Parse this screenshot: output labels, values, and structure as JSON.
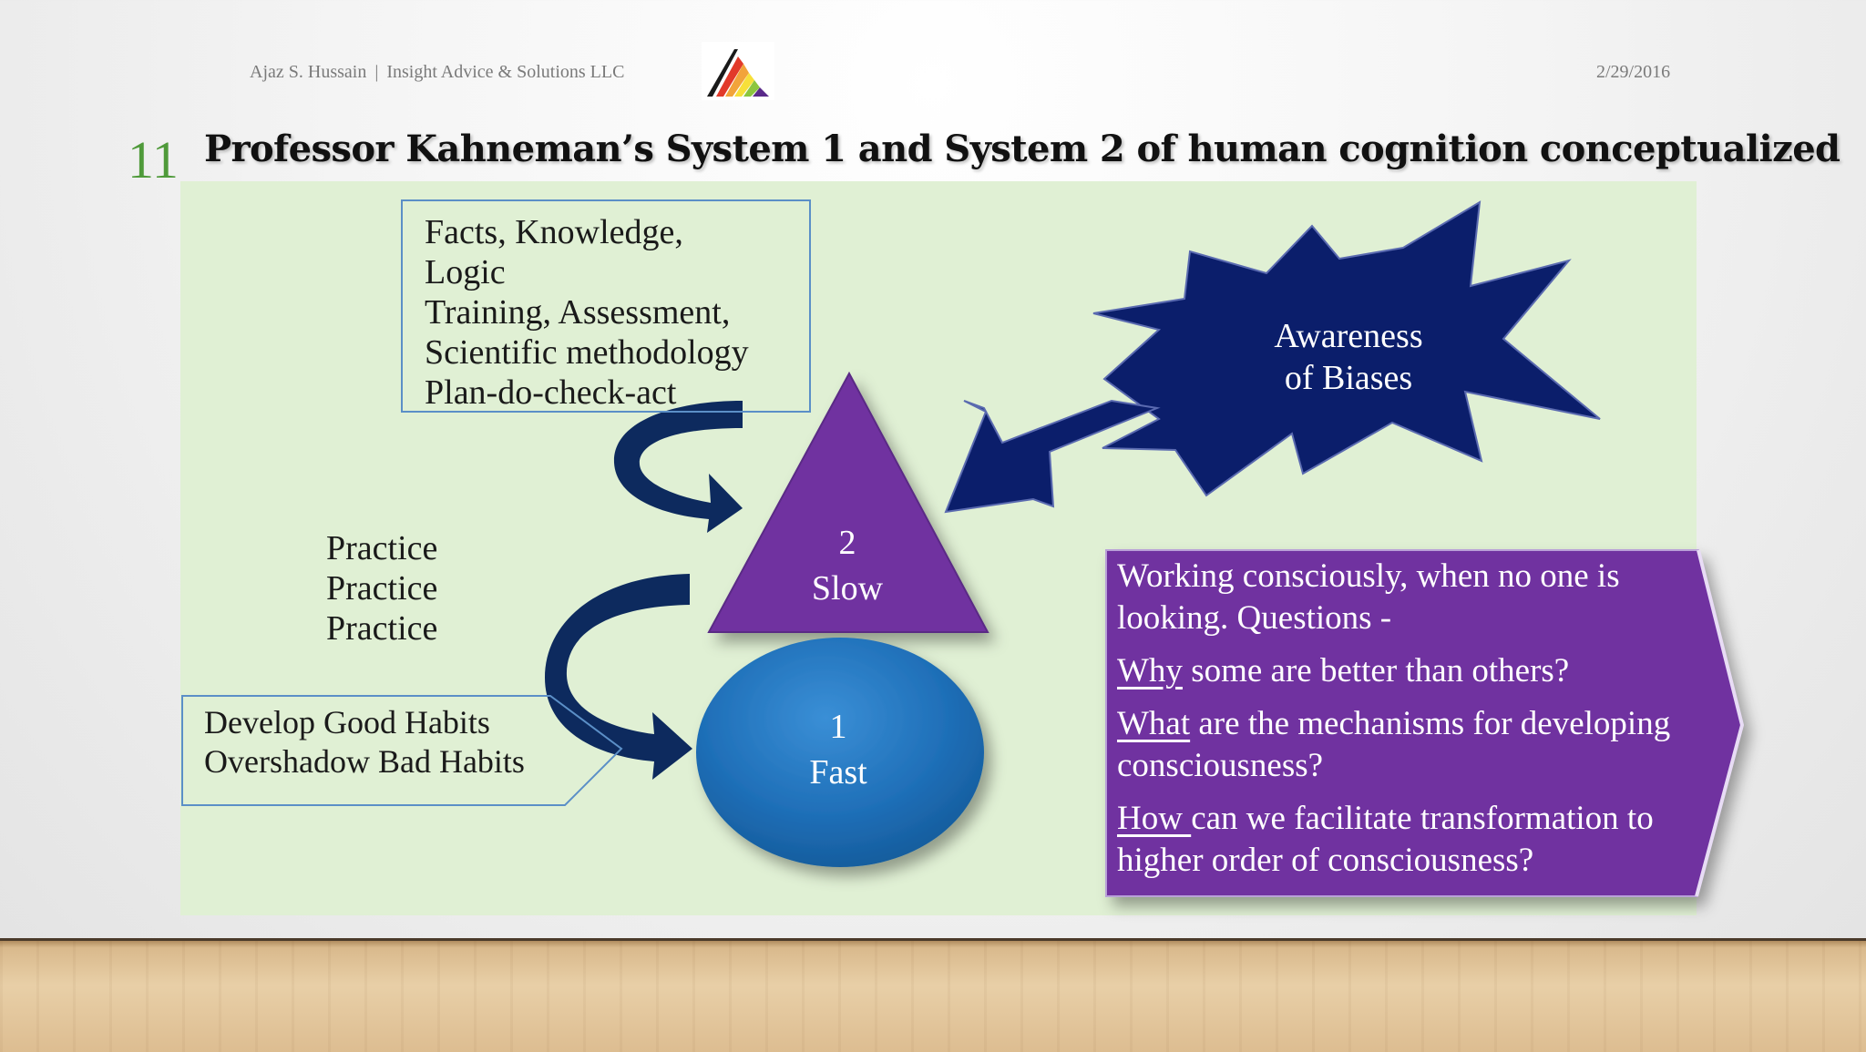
{
  "header": {
    "author": "Ajaz S. Hussain",
    "separator": "|",
    "company": "Insight Advice & Solutions LLC",
    "date": "2/29/2016"
  },
  "slide": {
    "number": "11",
    "title": "Professor Kahneman’s System 1 and System 2 of human cognition conceptualized"
  },
  "facts_box": {
    "lines": [
      "Facts, Knowledge,",
      "Logic",
      "Training, Assessment,",
      "Scientific methodology",
      "Plan-do-check-act"
    ]
  },
  "practice": {
    "lines": [
      "Practice",
      "Practice",
      "Practice"
    ]
  },
  "habits": {
    "lines": [
      "Develop Good Habits",
      "Overshadow Bad Habits"
    ]
  },
  "system2": {
    "number": "2",
    "label": "Slow"
  },
  "system1": {
    "number": "1",
    "label": "Fast"
  },
  "awareness": {
    "lines": [
      "Awareness",
      "of Biases"
    ]
  },
  "callout": {
    "intro": "Working consciously, when no one is looking.  Questions -",
    "q1_key": "Why",
    "q1_rest": " some are better than others?",
    "q2_key": "What",
    "q2_rest": " are the mechanisms for developing consciousness?",
    "q3_key": "How ",
    "q3_rest": "can we facilitate transformation to higher order of consciousness?"
  },
  "colors": {
    "panel": "#e0f0d4",
    "triangle": "#7030a0",
    "ellipse": "#1f6fb8",
    "starburst": "#0b1e6b",
    "callout": "#7030a0",
    "arrow": "#0d2a5e",
    "slide_number": "#4f9a3a"
  },
  "icons": {
    "logo": "stacked-triangle-logo",
    "starburst": "explosion-starburst",
    "curved_arrow": "curved-arrow"
  }
}
